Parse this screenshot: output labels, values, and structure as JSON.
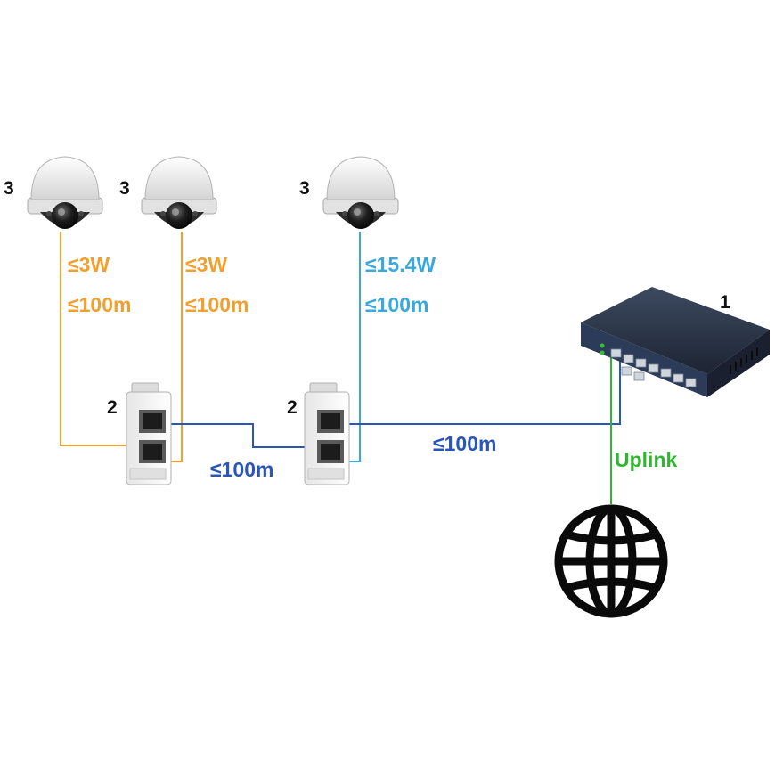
{
  "colors": {
    "orange": "#f0a030",
    "cyan": "#3aa8dc",
    "blue": "#2a56b8",
    "green": "#2fb530",
    "black": "#111111"
  },
  "icons": {
    "camera": "dome-camera-icon",
    "extender": "poe-extender-icon",
    "switch": "poe-switch-icon",
    "internet": "globe-icon"
  },
  "switch": {
    "number": "1"
  },
  "extenders": [
    {
      "number": "2"
    },
    {
      "number": "2"
    }
  ],
  "cameras": [
    {
      "number": "3",
      "power": "≤3W",
      "distance": "≤100m"
    },
    {
      "number": "3",
      "power": "≤3W",
      "distance": "≤100m"
    },
    {
      "number": "3",
      "power": "≤15.4W",
      "distance": "≤100m"
    }
  ],
  "links": {
    "extender_to_extender": "≤100m",
    "extender_to_switch": "≤100m",
    "uplink": "Uplink"
  }
}
